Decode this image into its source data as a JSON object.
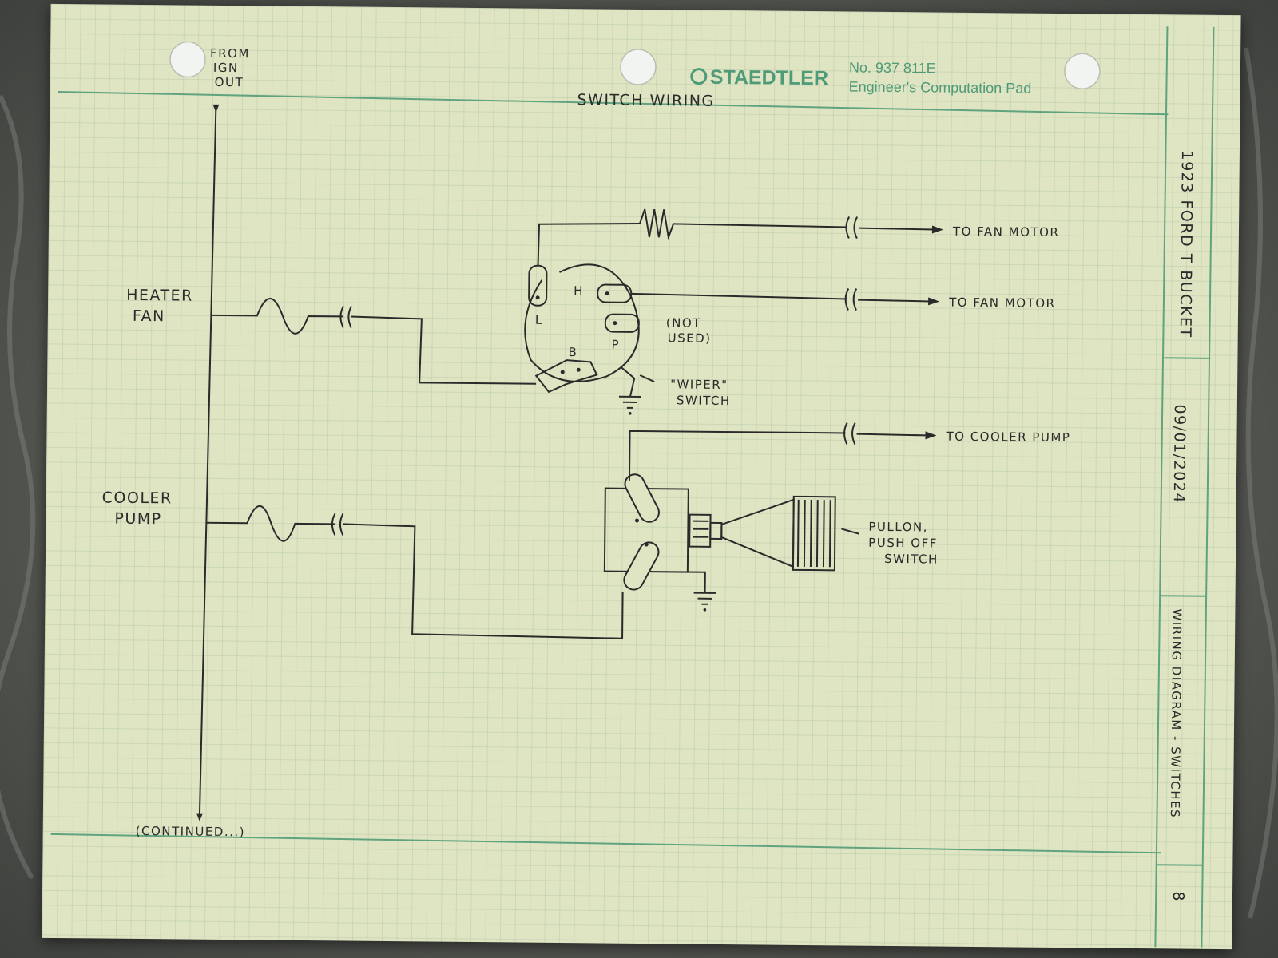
{
  "pad": {
    "brand": "STAEDTLER",
    "product_number": "No. 937 811E",
    "product_name": "Engineer's Computation Pad"
  },
  "sheet": {
    "title": "SWITCH WIRING",
    "side_title": "1923 FORD T BUCKET",
    "side_date": "09/01/2024",
    "side_subject": "WIRING DIAGRAM - SWITCHES",
    "page_number": "8"
  },
  "labels": {
    "source_line1": "FROM",
    "source_line2": "IGN",
    "source_line3": "OUT",
    "heater_line1": "HEATER",
    "heater_line2": "FAN",
    "cooler_line1": "COOLER",
    "cooler_line2": "PUMP",
    "continued": "(CONTINUED...)",
    "to_fan_motor_1": "TO FAN MOTOR",
    "to_fan_motor_2": "TO FAN MOTOR",
    "to_cooler_pump": "TO COOLER PUMP",
    "terminal_h": "H",
    "terminal_l": "L",
    "terminal_b": "B",
    "terminal_p": "P",
    "not_used_line1": "(NOT",
    "not_used_line2": "USED)",
    "wiper_line1": "\"WIPER\"",
    "wiper_line2": "SWITCH",
    "pull_line1": "PULLON,",
    "pull_line2": "PUSH OFF",
    "pull_line3": "SWITCH"
  },
  "colors": {
    "paper": "#dfe5c2",
    "grid": "#82a58c",
    "rule_green": "#5fa37f",
    "ink": "#2a2a2a",
    "backdrop": "#5f615e"
  }
}
